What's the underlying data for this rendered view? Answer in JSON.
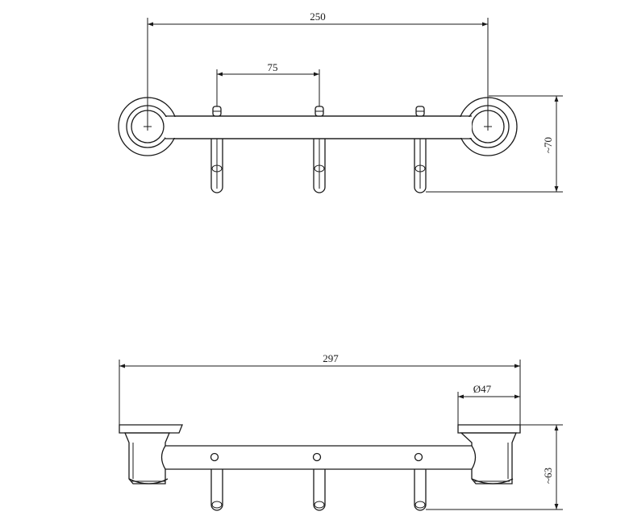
{
  "top_view": {
    "dim_width": "250",
    "dim_hook_spacing": "75",
    "dim_depth": "~70"
  },
  "side_view": {
    "dim_overall": "297",
    "dim_diameter": "Ø47",
    "dim_height": "~63"
  }
}
